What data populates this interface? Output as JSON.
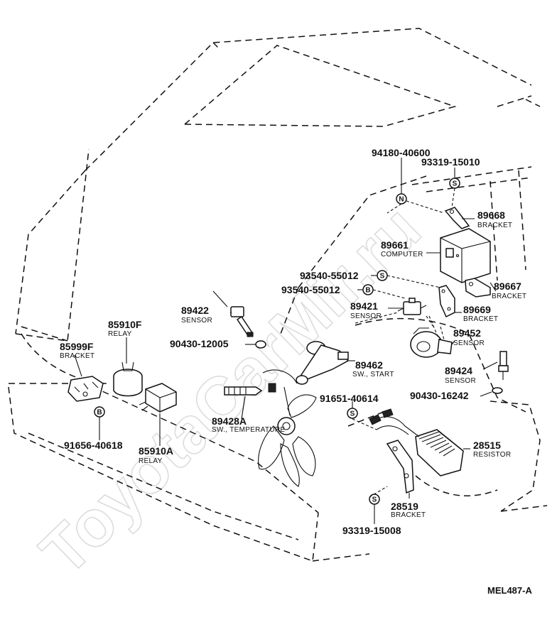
{
  "watermark": "ToyotaCarMir.ru",
  "diagram_ref": "MEL487-A",
  "callouts": [
    {
      "id": "94180-40600",
      "name": ""
    },
    {
      "id": "93319-15010",
      "name": ""
    },
    {
      "id": "89668",
      "name": "BRACKET"
    },
    {
      "id": "89661",
      "name": "COMPUTER"
    },
    {
      "id": "93540-55012",
      "name": ""
    },
    {
      "id": "89667",
      "name": "BRACKET"
    },
    {
      "id": "93540-55012",
      "name": ""
    },
    {
      "id": "89421",
      "name": "SENSOR"
    },
    {
      "id": "89669",
      "name": "BRACKET"
    },
    {
      "id": "89422",
      "name": "SENSOR"
    },
    {
      "id": "89452",
      "name": "SENSOR"
    },
    {
      "id": "85910F",
      "name": "RELAY"
    },
    {
      "id": "90430-12005",
      "name": ""
    },
    {
      "id": "85999F",
      "name": "BRACKET"
    },
    {
      "id": "89462",
      "name": "SW., START"
    },
    {
      "id": "89424",
      "name": "SENSOR"
    },
    {
      "id": "90430-16242",
      "name": ""
    },
    {
      "id": "91651-40614",
      "name": ""
    },
    {
      "id": "89428A",
      "name": "SW., TEMPERATURE"
    },
    {
      "id": "28515",
      "name": "RESISTOR"
    },
    {
      "id": "91656-40618",
      "name": ""
    },
    {
      "id": "85910A",
      "name": "RELAY"
    },
    {
      "id": "28519",
      "name": "BRACKET"
    },
    {
      "id": "93319-15008",
      "name": ""
    }
  ],
  "symbols": [
    "N",
    "S",
    "S",
    "B",
    "B",
    "S",
    "S"
  ]
}
